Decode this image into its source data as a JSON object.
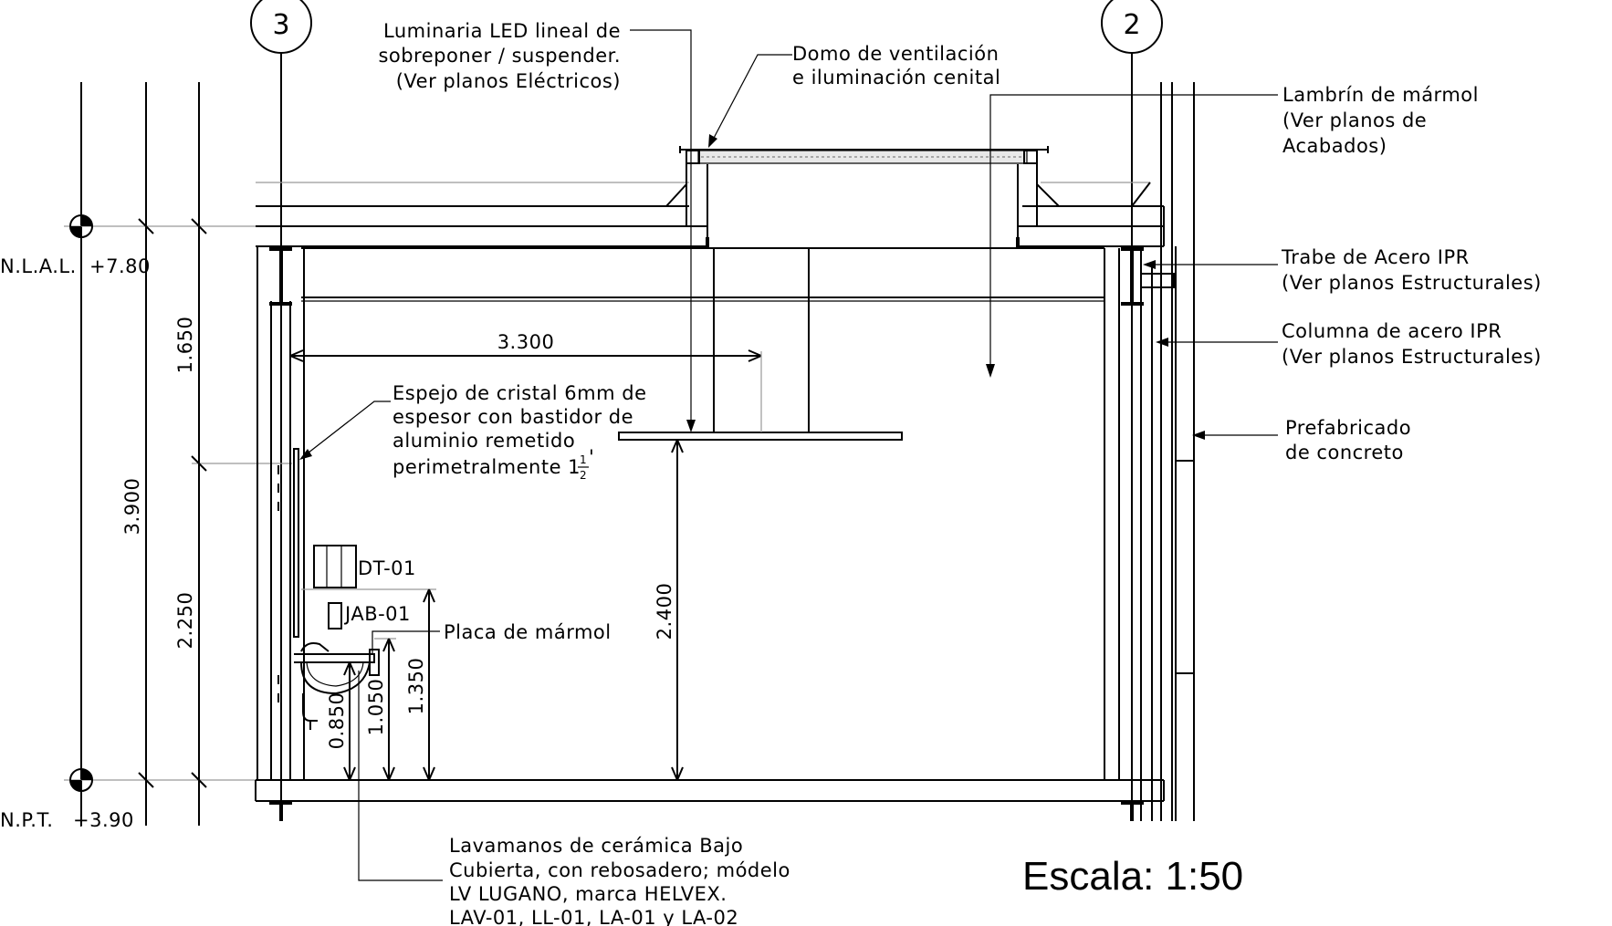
{
  "grid_axes": {
    "left": "3",
    "right": "2"
  },
  "levels": {
    "top_label": "N.L.A.L.",
    "top_value": "+7.80",
    "bottom_label": "N.P.T.",
    "bottom_value": "+3.90"
  },
  "dimensions": {
    "total_height": "3.900",
    "upper": "1.650",
    "lower": "2.250",
    "lamp_width": "3.300",
    "lamp_height": "2.400",
    "counter_top": "1.350",
    "basin_top": "1.050",
    "basin": "0.850"
  },
  "notes": {
    "luminaria": [
      "Luminaria LED lineal de",
      "sobreponer / suspender.",
      "(Ver planos Eléctricos)"
    ],
    "domo": [
      "Domo de ventilación",
      "e iluminación cenital"
    ],
    "lambrin": [
      "Lambrín de mármol",
      "(Ver planos de",
      "Acabados)"
    ],
    "trabe": [
      "Trabe de Acero IPR",
      "(Ver planos Estructurales)"
    ],
    "columna": [
      "Columna de acero IPR",
      "(Ver planos Estructurales)"
    ],
    "prefabricado": [
      "Prefabricado",
      "de concreto"
    ],
    "espejo": [
      "Espejo de cristal 6mm de",
      "espesor con bastidor de",
      "aluminio remetido",
      "perimetralmente 1"
    ],
    "espejo_fraction": {
      "numerator": "1",
      "denominator": "2",
      "suffix": "'"
    },
    "lavamanos": [
      "Lavamanos de cerámica Bajo",
      "Cubierta, con rebosadero; módelo",
      "LV LUGANO, marca HELVEX.",
      "LAV-01, LL-01, LA-01 y LA-02"
    ],
    "placa": "Placa de mármol"
  },
  "tags": {
    "dispenser": "DT-01",
    "soap": "JAB-01"
  },
  "scale": "Escala: 1:50"
}
